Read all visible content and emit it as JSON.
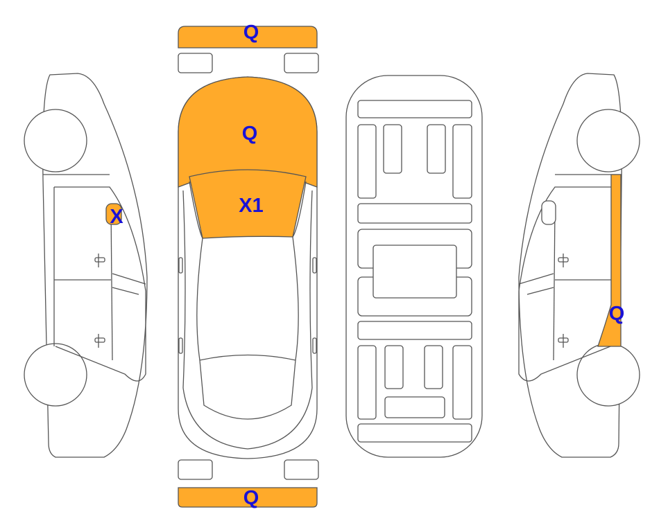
{
  "colors": {
    "highlight": "#FFAA2A",
    "label": "#1A12D6",
    "outline": "#555555"
  },
  "markers": {
    "front_bumper": "Q",
    "hood": "Q",
    "windshield": "X1",
    "left_pillar": "X",
    "right_pillar": "Q",
    "rear_bumper": "Q"
  }
}
